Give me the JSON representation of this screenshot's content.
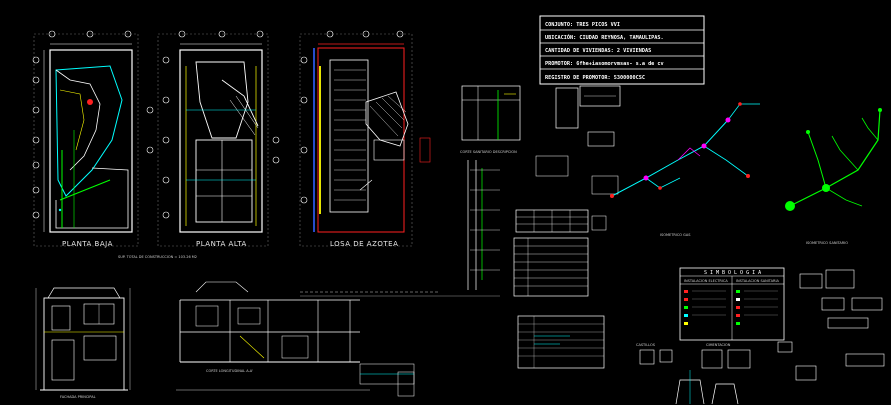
{
  "title_block": {
    "lines": [
      "CONJUNTO: TRES PICOS VVI",
      "UBICACIÓN: CIUDAD REYNOSA, TAMAULIPAS.",
      "CANTIDAD DE VIVIENDAS: 2 VIVIENDAS",
      "PROMOTOR: 6fhe+iasomorvmsas- s.a de cv",
      "REGISTRO DE PROMOTOR: 5300000CSC"
    ]
  },
  "plan_labels": {
    "planta_baja": "PLANTA BAJA",
    "planta_alta": "PLANTA ALTA",
    "losa_azotea": "LOSA DE AZOTEA",
    "plans_footnote": "SUP. TOTAL DE CONSTRUCCION = 103.26 M2"
  },
  "sanitary": {
    "corte_label": "CORTE SANITARIO DESCRIPCION",
    "isometric_gas_label": "ISOMETRICO GAS",
    "isometric_san_label": "ISOMETRICO SANITARIO"
  },
  "symbology": {
    "header": "SIMBOLOGIA",
    "col1": "INSTALACION ELECTRICA",
    "col2": "INSTALACION SANITARIA"
  },
  "details": {
    "castillos": "CASTILLOS",
    "cimentacion": "CIMENTACION"
  },
  "facade_labels": {
    "fachada": "FACHADA PRINCIPAL",
    "corte": "CORTE LONGITUDINAL A-A'"
  },
  "colors": {
    "background": "#000000",
    "line": "#ffffff",
    "cyan": "#00ffff",
    "yellow": "#ffff00",
    "red": "#ff2020",
    "green": "#00ff00",
    "magenta": "#ff00ff",
    "blue": "#3060ff"
  }
}
